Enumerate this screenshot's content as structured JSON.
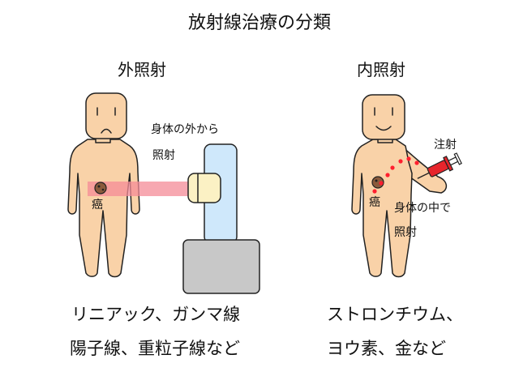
{
  "title": "放射線治療の分類",
  "external": {
    "heading": "外照射",
    "tumor_label": "癌",
    "note_line1": "身体の外から",
    "note_line2": "照射",
    "examples_line1": "リニアック、ガンマ線",
    "examples_line2": "陽子線、重粒子線など"
  },
  "internal": {
    "heading": "内照射",
    "tumor_label": "癌",
    "injection_label": "注射",
    "note_line1": "身体の中で",
    "note_line2": "照射",
    "examples_line1": "ストロンチウム、",
    "examples_line2": "ヨウ素、金など"
  },
  "colors": {
    "skin": "#f9d2a8",
    "outline": "#222222",
    "beam": "#f48b97",
    "machine_body": "#cfe8fb",
    "machine_head": "#fbf1c4",
    "machine_base": "#c8c8c8",
    "dots": "#ff1f2f",
    "syringe": "#e6252c",
    "tumor": "#8a5a3c"
  }
}
